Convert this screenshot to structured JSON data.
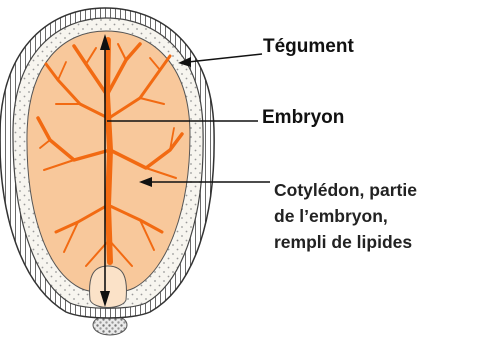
{
  "labels": {
    "tegument": "Tégument",
    "embryon": "Embryon",
    "cotyledon_lines": [
      "Cotylédon, partie",
      "de l’embryon,",
      "rempli de lipides"
    ]
  },
  "colors": {
    "cotyledon_fill": "#f8c89b",
    "veins": "#f26a12",
    "seed_coat_fill": "#f4f1ea",
    "outline": "#333333",
    "text": "#111111"
  }
}
